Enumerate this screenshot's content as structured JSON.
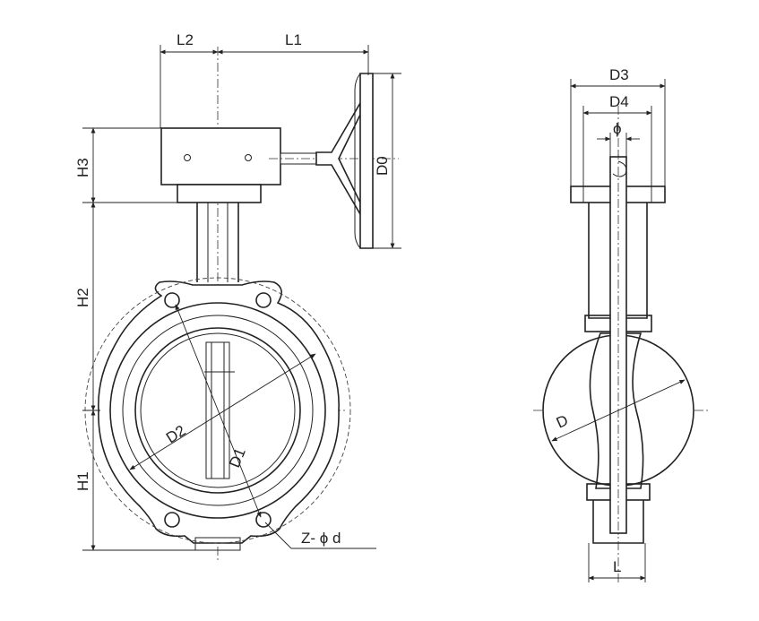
{
  "drawing": {
    "labels": {
      "l2": "L2",
      "l1": "L1",
      "h3": "H3",
      "h2": "H2",
      "h1": "H1",
      "d0": "D0",
      "d1": "D1",
      "d2": "D2",
      "z_phi_d": "Z- ϕ d",
      "d3": "D3",
      "d4": "D4",
      "phi": "ϕ",
      "d": "D",
      "l": "L"
    }
  }
}
